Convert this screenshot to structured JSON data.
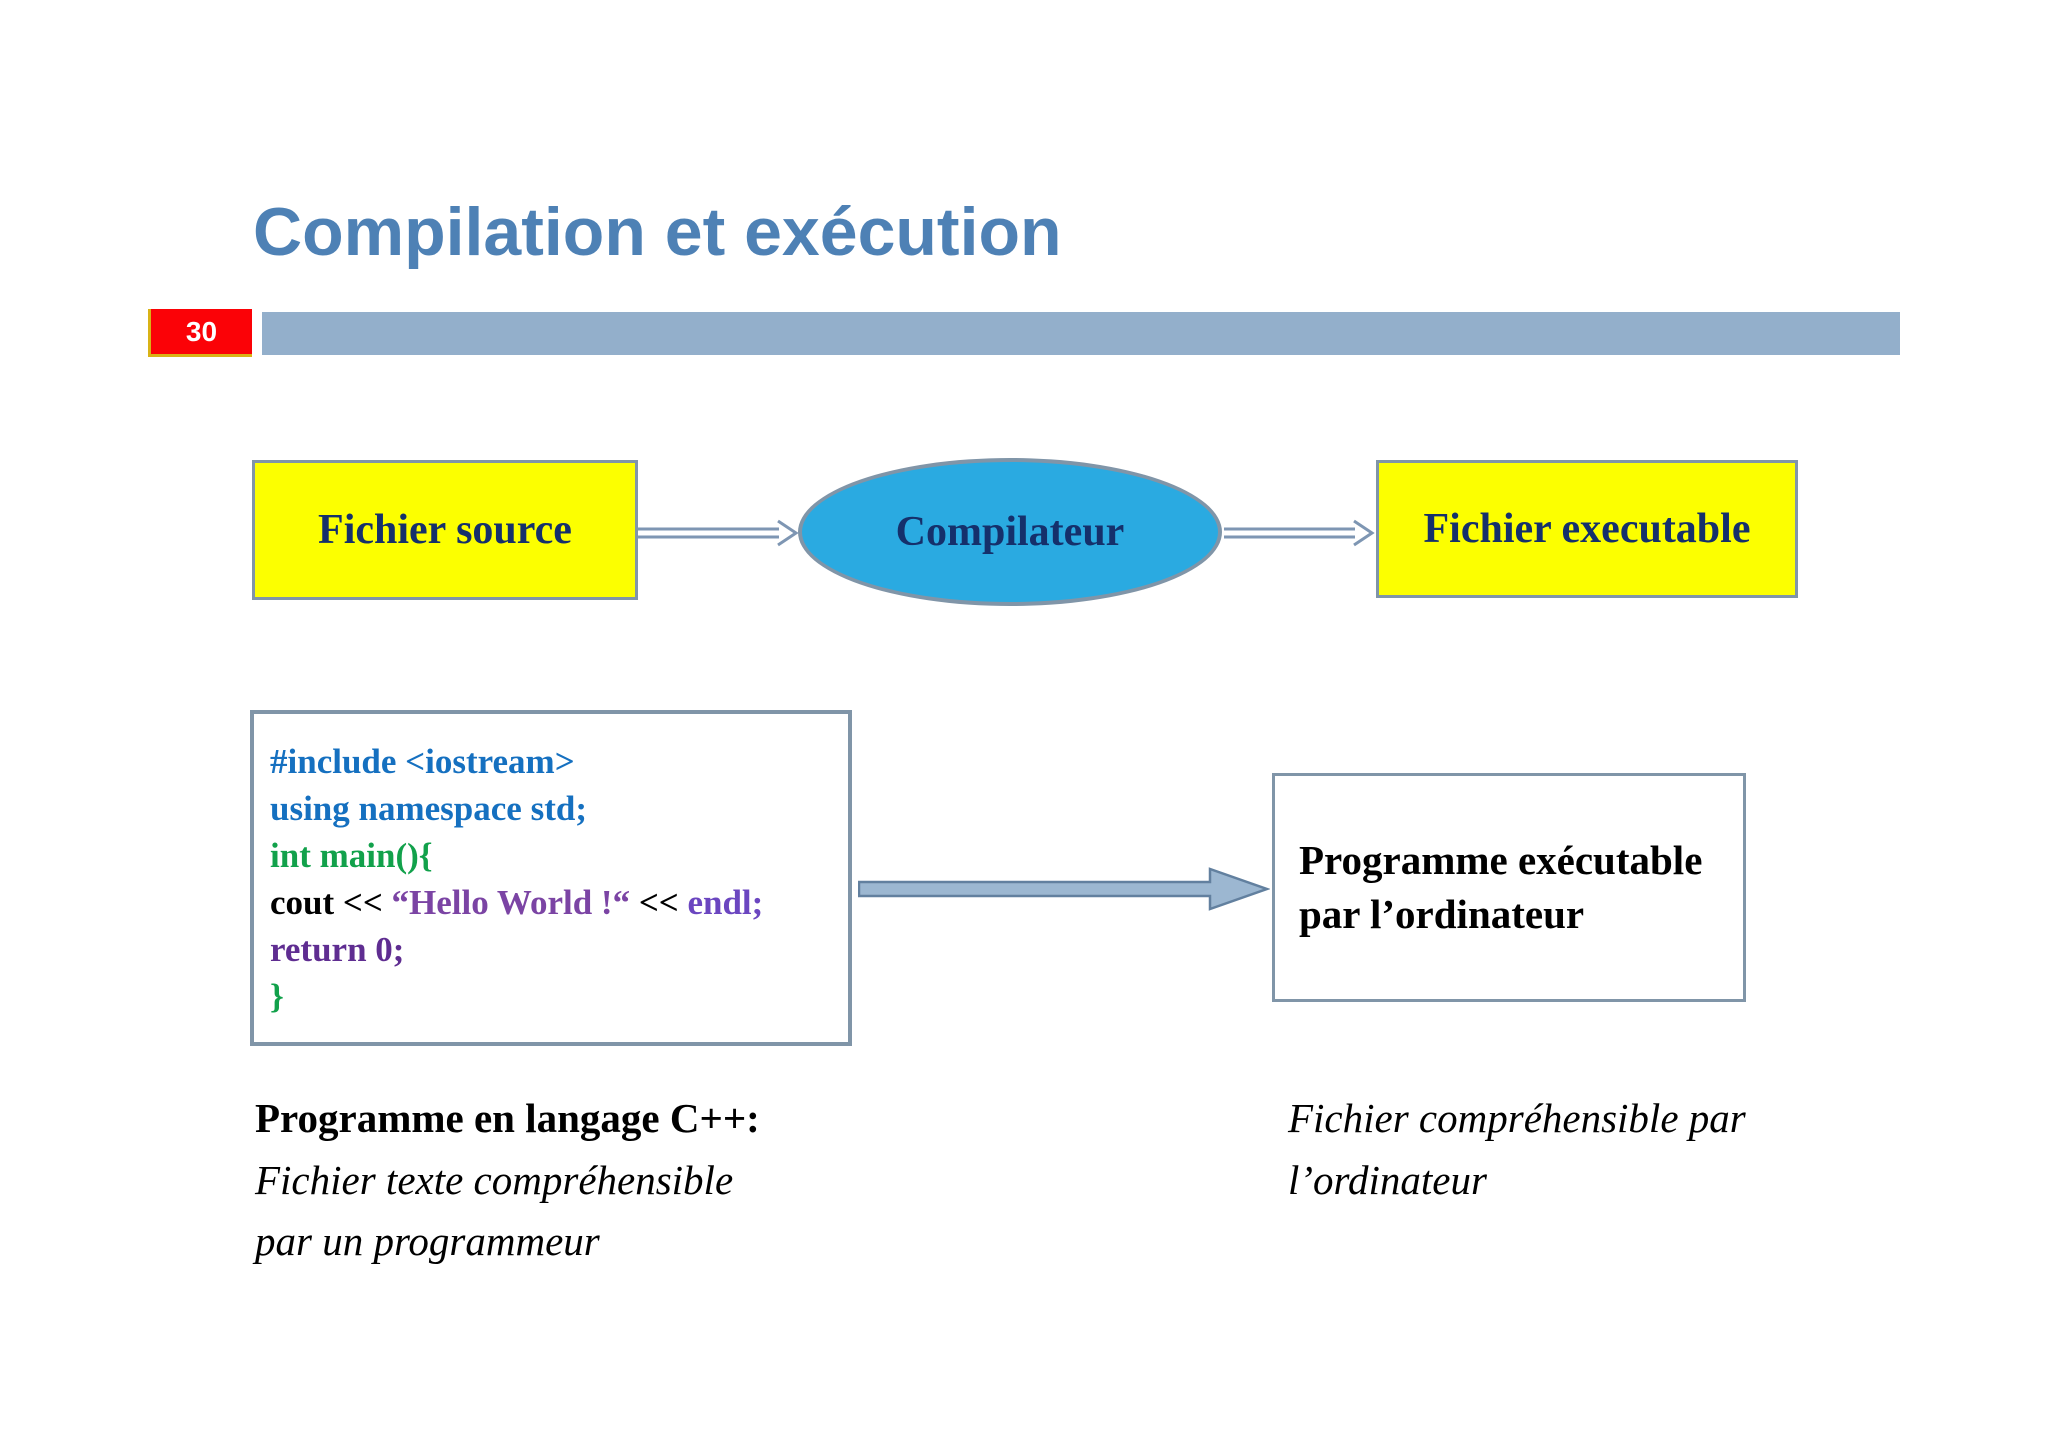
{
  "slide": {
    "title": "Compilation et exécution",
    "page_number": "30"
  },
  "colors": {
    "title_blue": "#4E81B5",
    "bar_blue": "#93AFCB",
    "badge_red": "#FB0207",
    "badge_edge": "#D9B316",
    "shape_yellow": "#FCFF00",
    "shape_border": "#8095A8",
    "ellipse_blue": "#2AAAE1",
    "navy_text": "#15306B",
    "arrow_steel": "#7E96B3",
    "block_arrow_fill": "#9CB7D1",
    "block_arrow_stroke": "#62809F"
  },
  "flow": {
    "source_box": "Fichier source",
    "compiler": "Compilateur",
    "executable_box": "Fichier executable"
  },
  "code": {
    "lines": [
      [
        {
          "t": "#include <iostream>",
          "c": "#1570C0"
        }
      ],
      [
        {
          "t": "using namespace std;",
          "c": "#1570C0"
        }
      ],
      [
        {
          "t": "int main(){",
          "c": "#12A14B"
        }
      ],
      [
        {
          "t": "cout ",
          "c": "#000000"
        },
        {
          "t": "<< ",
          "c": "#000000"
        },
        {
          "t": "“Hello World !“ ",
          "c": "#7B44A4"
        },
        {
          "t": "<< ",
          "c": "#000000"
        },
        {
          "t": "endl;",
          "c": "#6B46C0"
        }
      ],
      [
        {
          "t": "return 0;",
          "c": "#5F2D91"
        }
      ],
      [
        {
          "t": "}",
          "c": "#12A14B"
        }
      ]
    ]
  },
  "result_box": {
    "line1": "Programme exécutable",
    "line2": "par l’ordinateur"
  },
  "captions": {
    "left_bold": "Programme en langage C++:",
    "left_italic": [
      "Fichier texte compréhensible",
      "par un programmeur"
    ],
    "right_italic": [
      "Fichier compréhensible par",
      "l’ordinateur"
    ]
  }
}
